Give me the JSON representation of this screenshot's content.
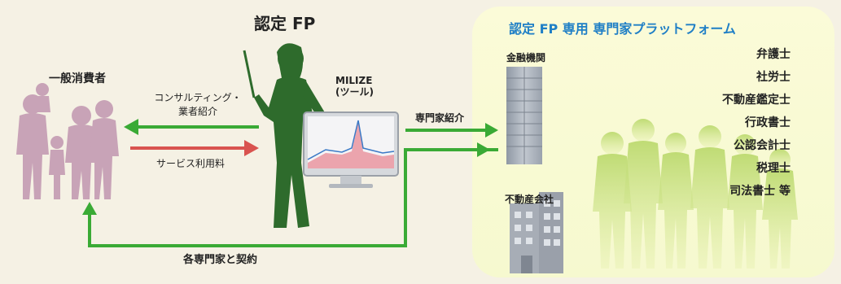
{
  "fp_title": "認定 FP",
  "consumer_label": "一般消費者",
  "tool_label_line1": "MILIZE",
  "tool_label_line2": "(ツール)",
  "consult_label_line1": "コンサルティング・",
  "consult_label_line2": "業者紹介",
  "fee_label": "サービス利用料",
  "referral_label": "専門家紹介",
  "contract_label": "各専門家と契約",
  "platform_title": "認定 FP 専用  専門家プラットフォーム",
  "financial_label": "金融機関",
  "realestate_label": "不動産会社",
  "experts": [
    "弁護士",
    "社労士",
    "不動産鑑定士",
    "行政書士",
    "公認会計士",
    "税理士",
    "司法書士 等"
  ],
  "colors": {
    "green_arrow": "#3aaa35",
    "red_arrow": "#d9534f",
    "fp_figure": "#2e6b2c",
    "consumer_figure": "#c8a3b7",
    "platform_title": "#1f7fc6"
  }
}
